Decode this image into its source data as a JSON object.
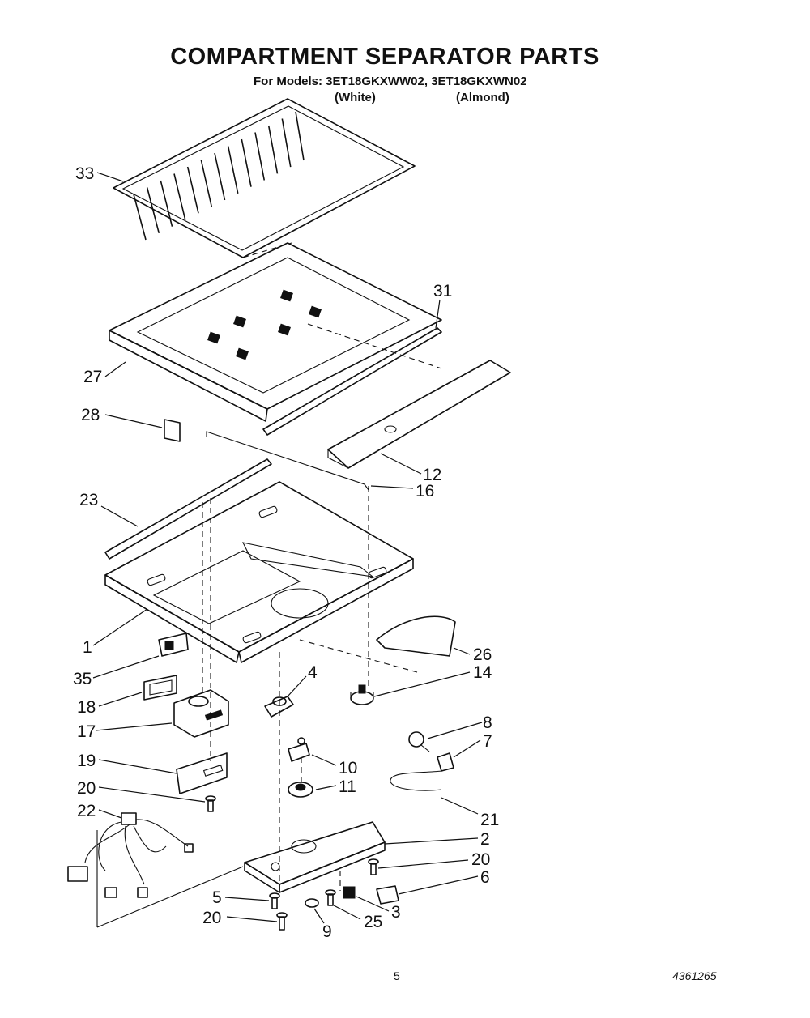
{
  "header": {
    "title": "COMPARTMENT SEPARATOR PARTS",
    "models_line": "For Models: 3ET18GKXWW02, 3ET18GKXWN02",
    "color_1": "(White)",
    "color_2": "(Almond)"
  },
  "callouts": [
    "33",
    "31",
    "27",
    "28",
    "12",
    "16",
    "23",
    "1",
    "26",
    "14",
    "35",
    "4",
    "18",
    "17",
    "8",
    "7",
    "10",
    "11",
    "19",
    "20",
    "21",
    "22",
    "2",
    "20",
    "6",
    "5",
    "3",
    "20",
    "9",
    "25"
  ],
  "footer": {
    "page_number": "5",
    "doc_number": "4361265"
  }
}
